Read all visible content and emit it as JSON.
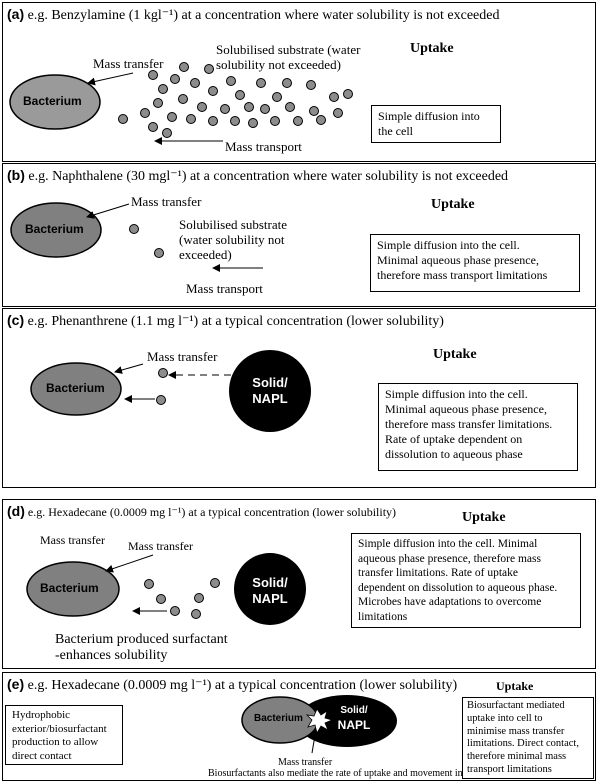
{
  "panels": {
    "a": {
      "letter": "(a)",
      "title": "e.g. Benzylamine (1 kgl⁻¹) at a concentration where water solubility is not exceeded",
      "uptake": "Uptake",
      "bacterium": "Bacterium",
      "mass_transfer": "Mass transfer",
      "solubilised_line1": "Solubilised substrate (water",
      "solubilised_line2": "solubility not exceeded)",
      "mass_transport": "Mass transport",
      "box_line1": "Simple diffusion into",
      "box_line2": "the cell"
    },
    "b": {
      "letter": "(b)",
      "title": "e.g. Naphthalene (30 mgl⁻¹) at a concentration where water solubility is not exceeded",
      "uptake": "Uptake",
      "bacterium": "Bacterium",
      "mass_transfer": "Mass transfer",
      "solubilised_line1": "Solubilised substrate",
      "solubilised_line2": "(water solubility not",
      "solubilised_line3": "exceeded)",
      "mass_transport": "Mass transport",
      "box_line1": "Simple diffusion into the cell.",
      "box_line2": "Minimal aqueous phase presence,",
      "box_line3": "therefore mass transport limitations"
    },
    "c": {
      "letter": "(c)",
      "title": "e.g. Phenanthrene (1.1 mg l⁻¹) at a typical concentration (lower solubility)",
      "uptake": "Uptake",
      "bacterium": "Bacterium",
      "mass_transfer": "Mass transfer",
      "napl_line1": "Solid/",
      "napl_line2": "NAPL",
      "box_line1": "Simple diffusion into the cell.",
      "box_line2": "Minimal aqueous phase presence,",
      "box_line3": "therefore mass transfer limitations.",
      "box_line4": "Rate of uptake dependent on",
      "box_line5": "dissolution to aqueous phase"
    },
    "d": {
      "letter": "(d)",
      "title": "e.g. Hexadecane (0.0009 mg l⁻¹) at a typical concentration (lower solubility)",
      "uptake": "Uptake",
      "bacterium": "Bacterium",
      "mass_transfer_left": "Mass transfer",
      "mass_transfer": "Mass transfer",
      "napl_line1": "Solid/",
      "napl_line2": "NAPL",
      "surfactant_line1": "Bacterium produced surfactant",
      "surfactant_line2": "-enhances solubility",
      "box_line1": "Simple diffusion into the cell. Minimal",
      "box_line2": "aqueous phase presence, therefore mass",
      "box_line3": "transfer limitations. Rate of uptake",
      "box_line4": "dependent on dissolution to aqueous phase.",
      "box_line5": "Microbes have adaptations to overcome",
      "box_line6": "limitations"
    },
    "e": {
      "letter": "(e)",
      "title": "e.g. Hexadecane (0.0009 mg l⁻¹) at a typical concentration (lower solubility)",
      "uptake": "Uptake",
      "bacterium": "Bacterium",
      "napl_line1": "Solid/",
      "napl_line2": "NAPL",
      "mass_transfer": "Mass transfer",
      "biosurfactant_note": "Biosurfactants also mediate the rate of uptake and movement into the cell",
      "left_box_line1": "Hydrophobic",
      "left_box_line2": "exterior/biosurfactant",
      "left_box_line3": "production to allow",
      "left_box_line4": "direct contact",
      "right_box_line1": "Biosurfactant mediated",
      "right_box_line2": "uptake into cell to",
      "right_box_line3": "minimise mass transfer",
      "right_box_line4": "limitations. Direct contact,",
      "right_box_line5": "therefore minimal mass",
      "right_box_line6": "transport limitations"
    }
  }
}
